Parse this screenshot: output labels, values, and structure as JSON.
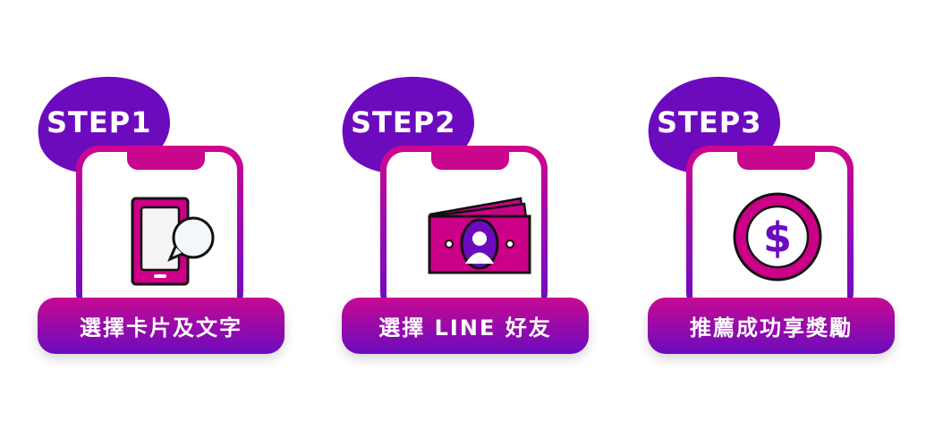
{
  "steps": [
    {
      "title": "STEP1",
      "label": "選擇卡片及文字",
      "icon": "phone-chat-icon"
    },
    {
      "title": "STEP2",
      "label": "選擇 LINE 好友",
      "icon": "banknote-icon"
    },
    {
      "title": "STEP3",
      "label": "推薦成功享獎勵",
      "icon": "dollar-coin-icon"
    }
  ],
  "colors": {
    "purple": "#6c0bbe",
    "magenta": "#cc0088"
  }
}
